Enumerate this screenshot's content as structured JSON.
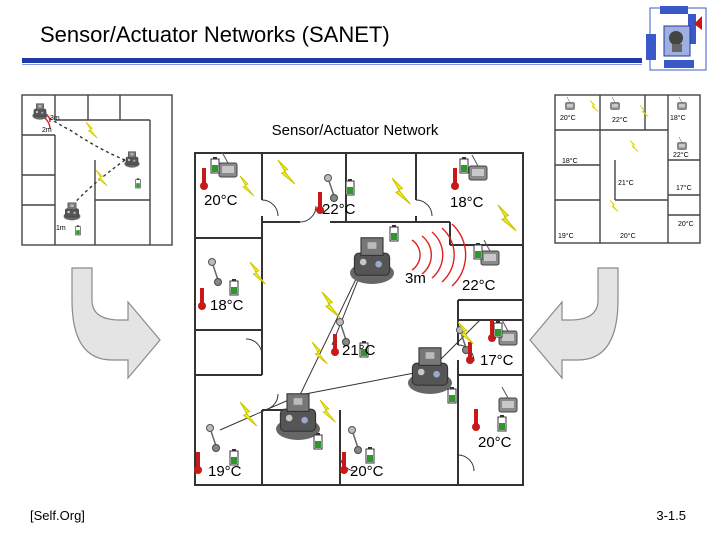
{
  "slide": {
    "title": "Sensor/Actuator Networks (SANET)",
    "citation": "[Self.Org]",
    "page_number": "3-1.5"
  },
  "main_diagram": {
    "label": "Sensor/Actuator Network",
    "distance_label": "3m",
    "temperatures": [
      "20°C",
      "22°C",
      "18°C",
      "22°C",
      "18°C",
      "21°C",
      "17°C",
      "20°C",
      "19°C",
      "20°C"
    ]
  },
  "left_thumbnail": {
    "labels": [
      "3m",
      "2m",
      "1m"
    ]
  },
  "right_thumbnail": {
    "temperatures": [
      "20°C",
      "22°C",
      "18°C",
      "18°C",
      "22°C",
      "21°C",
      "17°C",
      "20°C",
      "19°C",
      "20°C"
    ]
  },
  "icons": [
    "robot-icon",
    "sensor-node-icon",
    "thermometer-icon",
    "battery-icon",
    "lightning-icon",
    "curved-arrow-icon",
    "logo-cube-icon"
  ],
  "colors": {
    "accent_rule": "#1f3aa6",
    "thermometer": "#c81818",
    "lightning": "#f2ee1a",
    "battery": "#2a9a2a",
    "wall": "#333333"
  }
}
